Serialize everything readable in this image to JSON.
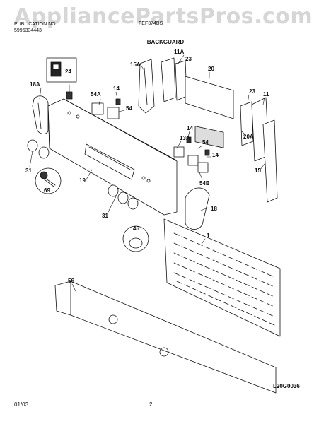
{
  "watermark": "AppliancePartsPros.com",
  "header": {
    "publication_label": "PUBLICATION NO.",
    "publication_number": "5995334443",
    "model_text": "FEF374BS"
  },
  "title": "BACKGUARD",
  "footer": {
    "date": "01/03",
    "page": "2",
    "diagram_code": "L20G0036"
  },
  "callouts": [
    "24",
    "18A",
    "15A",
    "11A",
    "23",
    "20",
    "14",
    "54A",
    "54",
    "23",
    "11",
    "20A",
    "13A",
    "14",
    "54",
    "14",
    "31",
    "19",
    "69",
    "54B",
    "15",
    "18",
    "31",
    "46",
    "1",
    "56"
  ]
}
